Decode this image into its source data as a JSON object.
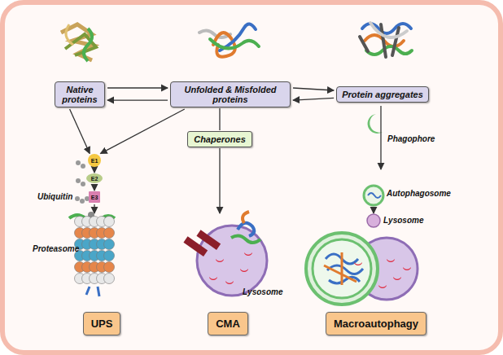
{
  "diagram": {
    "nodes": [
      {
        "text": [
          "Native proteins"
        ]
      },
      {
        "text": [
          "Unfolded & Misfolded proteins"
        ]
      },
      {
        "text": [
          "Protein aggregates"
        ]
      },
      {
        "text": [
          "Chaperones"
        ]
      },
      {
        "text": [
          "E1"
        ]
      },
      {
        "text": [
          "E2"
        ]
      },
      {
        "text": [
          "E3"
        ]
      },
      {
        "text": [
          "UPS"
        ]
      },
      {
        "text": [
          "CMA"
        ]
      },
      {
        "text": [
          "Macroautophagy"
        ]
      }
    ],
    "edges": [
      {
        "from": 0,
        "to": 1,
        "arrow": "to"
      },
      {
        "from": 1,
        "to": 0,
        "arrow": "to"
      },
      {
        "from": 1,
        "to": 2,
        "arrow": "to"
      },
      {
        "from": 2,
        "to": 1,
        "arrow": "to"
      },
      {
        "from": 0,
        "to": 4,
        "arrow": "to"
      },
      {
        "from": 1,
        "to": 4,
        "arrow": "to"
      },
      {
        "from": 4,
        "to": 5,
        "arrow": "to"
      },
      {
        "from": 5,
        "to": 6,
        "arrow": "to"
      },
      {
        "from": 1,
        "to": 3,
        "arrow": "none"
      }
    ],
    "labels": [
      "Ubiquitin",
      "Proteasome",
      "Lysosome",
      "Phagophore",
      "Autophagosome",
      "Lysosome"
    ]
  }
}
